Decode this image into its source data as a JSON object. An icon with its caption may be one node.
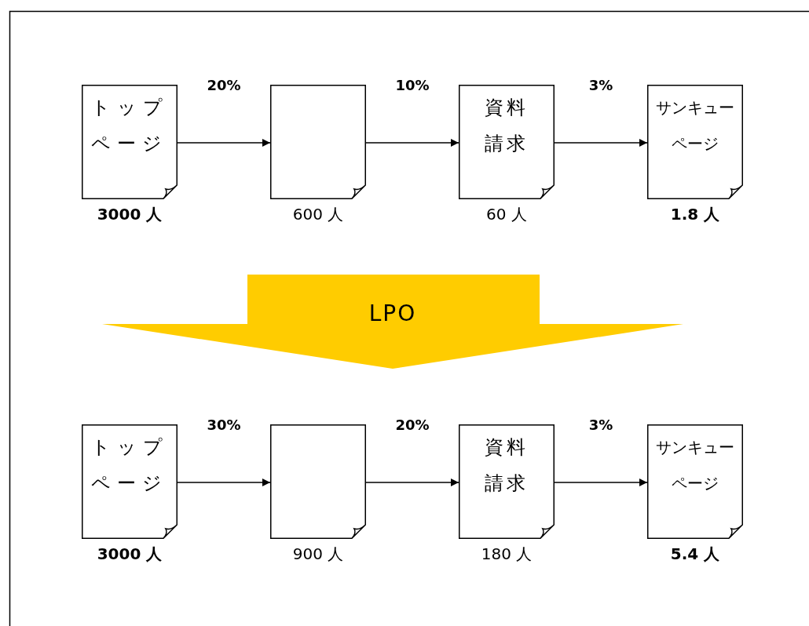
{
  "diagram": {
    "nodes": [
      {
        "text": [
          "トップページ"
        ],
        "beside": [
          "3000 人"
        ]
      },
      {
        "text": [],
        "shape": "document",
        "beside": [
          "600 人"
        ]
      },
      {
        "text": [
          "資料請求"
        ],
        "beside": [
          "60 人"
        ]
      },
      {
        "text": [
          "サンキューページ"
        ],
        "beside": [
          "1.8 人"
        ]
      },
      {
        "text": [
          "LPO"
        ]
      },
      {
        "text": [
          "トップページ"
        ],
        "beside": [
          "3000 人"
        ]
      },
      {
        "text": [],
        "shape": "document",
        "beside": [
          "900 人"
        ]
      },
      {
        "text": [
          "資料請求"
        ],
        "beside": [
          "180 人"
        ]
      },
      {
        "text": [
          "サンキューページ"
        ],
        "beside": [
          "5.4 人"
        ]
      }
    ],
    "edges": [
      {
        "from": 0,
        "to": 1,
        "arrow": "to",
        "label": "20%"
      },
      {
        "from": 1,
        "to": 2,
        "arrow": "to",
        "label": "10%"
      },
      {
        "from": 2,
        "to": 3,
        "arrow": "to",
        "label": "3%"
      },
      {
        "from": 5,
        "to": 6,
        "arrow": "to",
        "label": "30%"
      },
      {
        "from": 6,
        "to": 7,
        "arrow": "to",
        "label": "20%"
      },
      {
        "from": 7,
        "to": 8,
        "arrow": "to",
        "label": "3%"
      }
    ]
  }
}
